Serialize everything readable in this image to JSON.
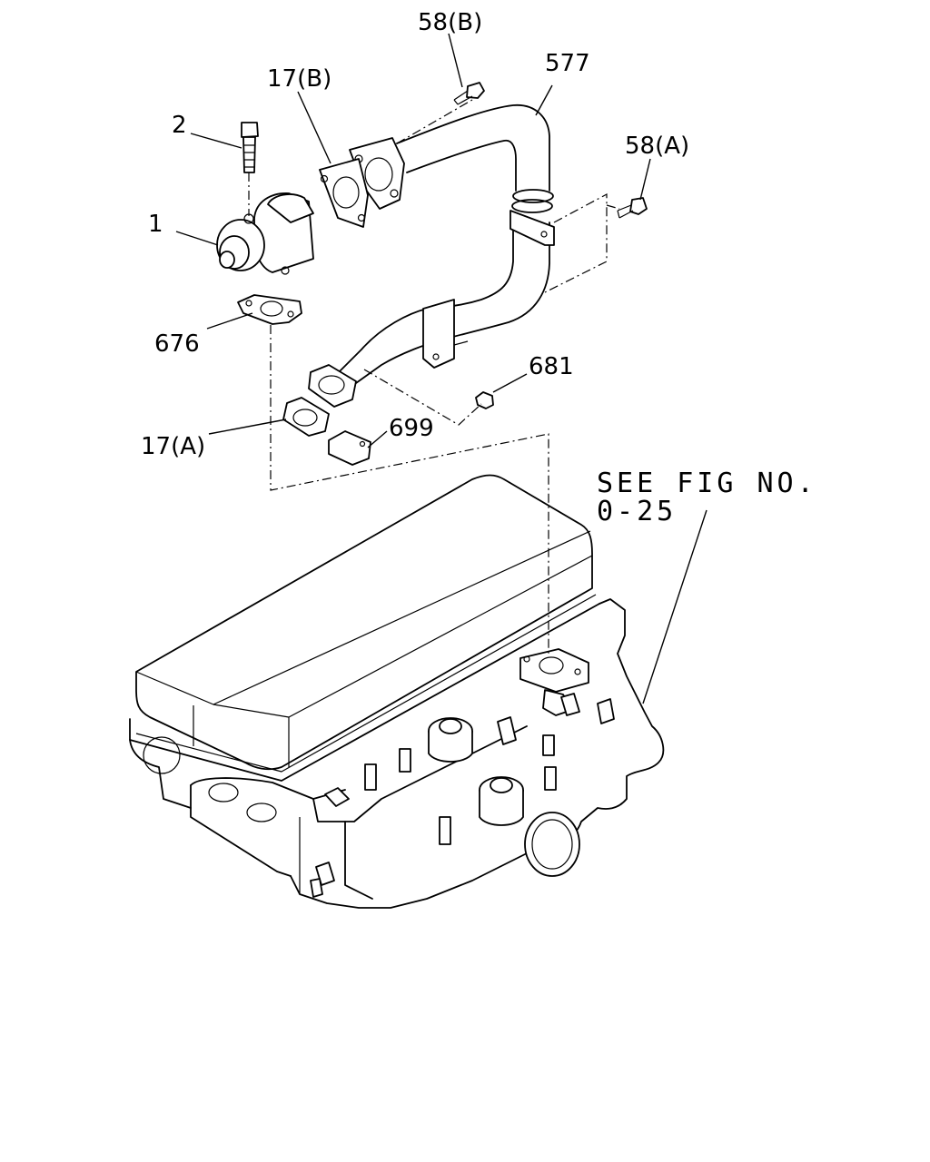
{
  "labels": {
    "part_58b": "58(B)",
    "part_577": "577",
    "part_17b": "17(B)",
    "part_2": "2",
    "part_58a": "58(A)",
    "part_1": "1",
    "part_676": "676",
    "part_681": "681",
    "part_699": "699",
    "part_17a": "17(A)"
  },
  "reference": {
    "line1": "SEE FIG NO.",
    "line2": "0-25"
  }
}
